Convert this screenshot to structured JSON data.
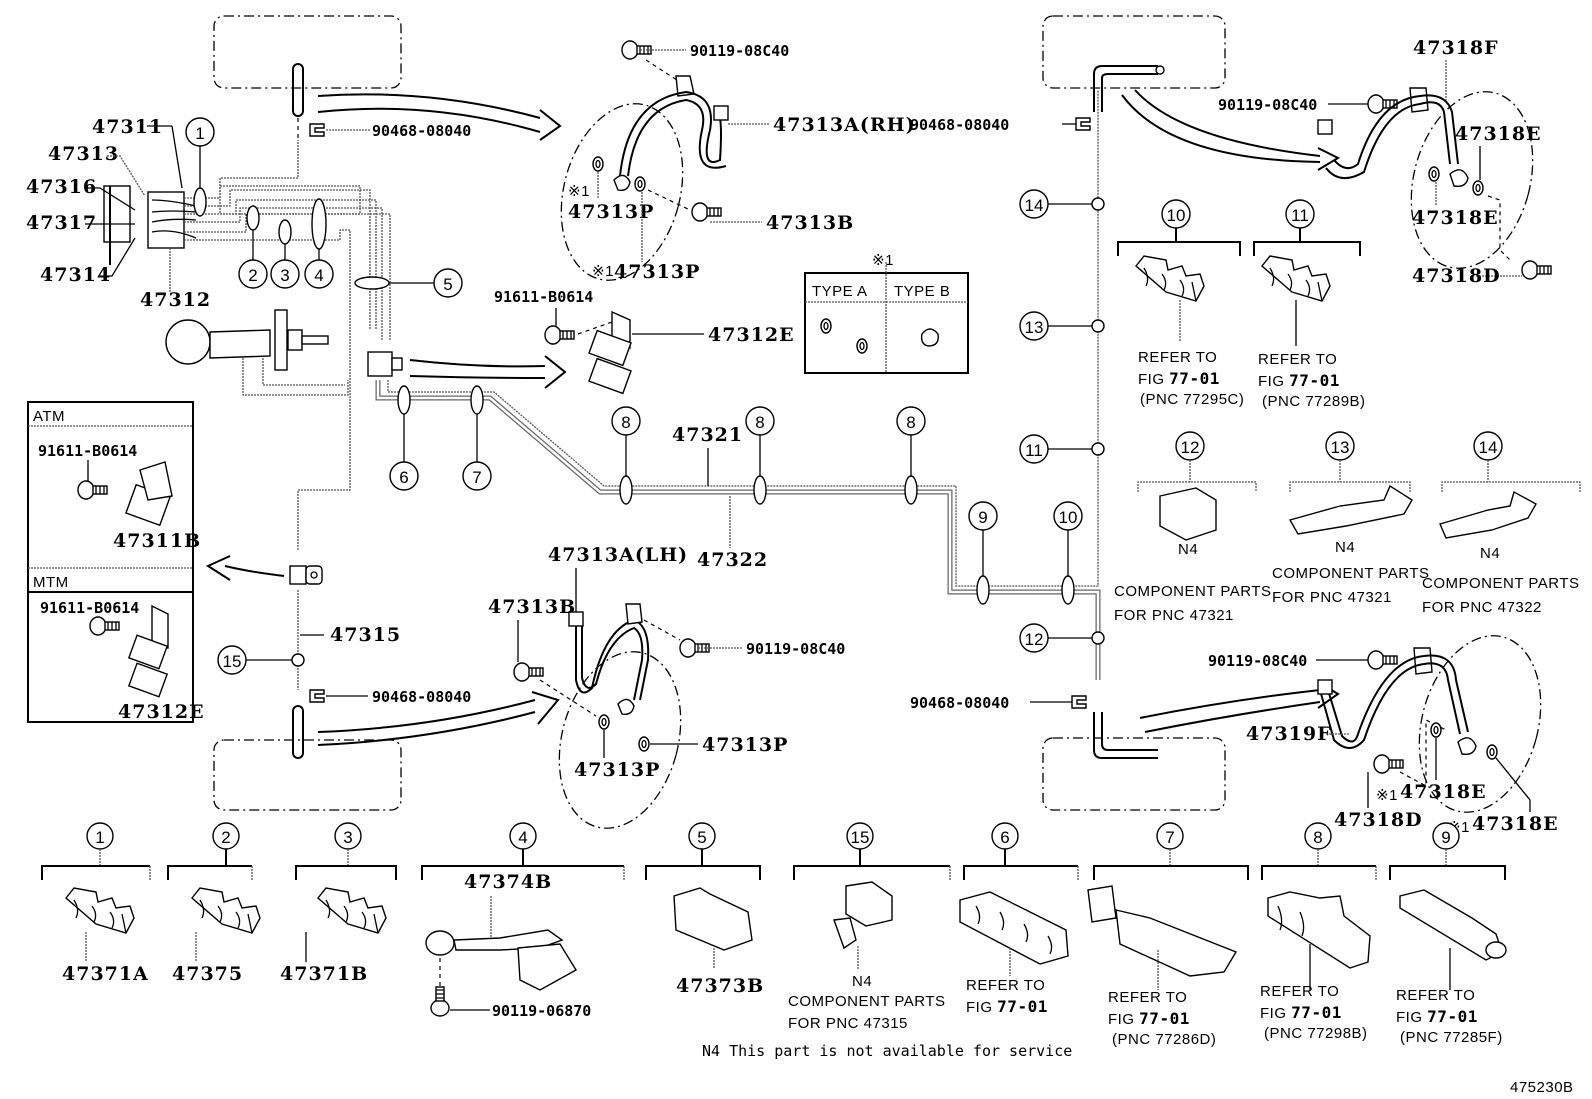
{
  "diagram": {
    "figure_id": "475230B",
    "footnote": "N4 This part is not available for service",
    "note_marker": "※1",
    "type_table": {
      "marker": "※1",
      "columns": [
        "TYPE A",
        "TYPE B"
      ]
    },
    "atm_box": {
      "title_atm": "ATM",
      "title_mtm": "MTM",
      "atm_bolt": "91611-B0614",
      "atm_clamp": "47311B",
      "mtm_bolt": "91611-B0614",
      "mtm_clamp": "47312E"
    },
    "labels": {
      "p47311": "47311",
      "p47313": "47313",
      "p47316": "47316",
      "p47317": "47317",
      "p47314": "47314",
      "p47312": "47312",
      "clip_top_left": "90468-08040",
      "bolt_rh": "90119-08C40",
      "hose_rh": "47313A(RH)",
      "bolt_47313b_rh": "47313B",
      "gasket_rh_1": "47313P",
      "gasket_rh_2": "47313P",
      "bolt_91611": "91611-B0614",
      "bracket_47312e": "47312E",
      "tube_47321": "47321",
      "tube_47322": "47322",
      "hose_lh": "47313A(LH)",
      "bolt_47313b_lh": "47313B",
      "bolt_lh": "90119-08C40",
      "gasket_lh_1": "47313P",
      "gasket_lh_2": "47313P",
      "tube_47315": "47315",
      "clip_bottom_left": "90468-08040",
      "clip_top_right": "90468-08040",
      "clip_bottom_right": "90468-08040",
      "hose_rr_top": "47318F",
      "bolt_rr_top": "90119-08C40",
      "gasket_rr_top_1": "47318E",
      "gasket_rr_top_2": "47318E",
      "bolt_union_rr_top": "47318D",
      "bolt_rr_bottom": "90119-08C40",
      "hose_rr_bottom": "47319F",
      "gasket_rr_bottom_1": "47318E",
      "gasket_rr_bottom_2": "47318E",
      "bolt_union_rr_bottom": "47318D"
    },
    "callouts_main": [
      "1",
      "2",
      "3",
      "4",
      "5",
      "6",
      "7",
      "8",
      "8",
      "8",
      "9",
      "10",
      "11",
      "12",
      "13",
      "14",
      "15"
    ],
    "clamp_groups_right": [
      {
        "callout": "10",
        "line1": "REFER TO",
        "line2a": "FIG ",
        "line2b": "77-01",
        "line3": "(PNC 77295C)"
      },
      {
        "callout": "11",
        "line1": "REFER TO",
        "line2a": "FIG ",
        "line2b": "77-01",
        "line3": "(PNC 77289B)"
      },
      {
        "callout": "12",
        "line1": "N4",
        "line2": "COMPONENT PARTS",
        "line3": "FOR PNC 47321"
      },
      {
        "callout": "13",
        "line1": "N4",
        "line2": "COMPONENT PARTS",
        "line3": "FOR PNC 47321"
      },
      {
        "callout": "14",
        "line1": "N4",
        "line2": "COMPONENT PARTS",
        "line3": "FOR PNC 47322"
      }
    ],
    "clamp_groups_bottom": [
      {
        "callout": "1",
        "part": "47371A"
      },
      {
        "callout": "2",
        "part": "47375"
      },
      {
        "callout": "3",
        "part": "47371B"
      },
      {
        "callout": "4",
        "part": "47374B",
        "bolt": "90119-06870"
      },
      {
        "callout": "5",
        "part": "47373B"
      },
      {
        "callout": "15",
        "line1": "N4",
        "line2": "COMPONENT PARTS",
        "line3": "FOR PNC 47315"
      },
      {
        "callout": "6",
        "line1": "REFER TO",
        "line2a": "FIG ",
        "line2b": "77-01"
      },
      {
        "callout": "7",
        "line1": "REFER TO",
        "line2a": "FIG ",
        "line2b": "77-01",
        "line3": "(PNC 77286D)"
      },
      {
        "callout": "8",
        "line1": "REFER TO",
        "line2a": "FIG ",
        "line2b": "77-01",
        "line3": "(PNC 77298B)"
      },
      {
        "callout": "9",
        "line1": "REFER TO",
        "line2a": "FIG ",
        "line2b": "77-01",
        "line3": "(PNC 77285F)"
      }
    ]
  }
}
